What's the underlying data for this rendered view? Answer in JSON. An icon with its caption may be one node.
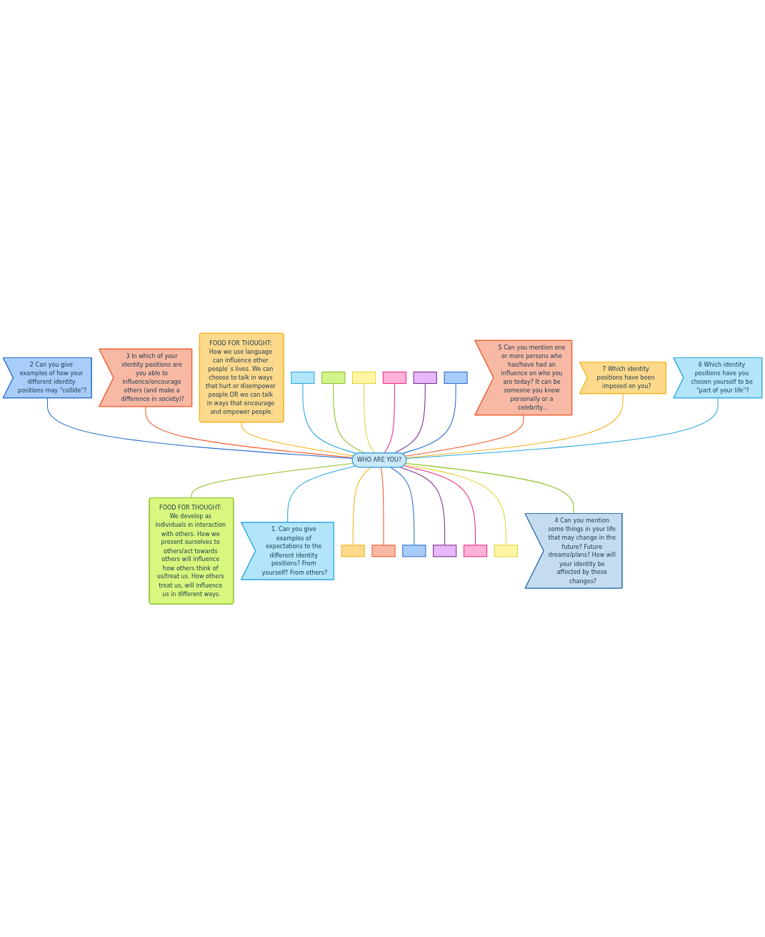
{
  "diagram": {
    "nodes": [
      {
        "text": [
          "WHO ARE YOU?"
        ]
      },
      {
        "text": [
          "2 Can you give examples of how your different identity positions may \"collide\"?"
        ]
      },
      {
        "text": [
          "3 In which of your identity positions are you able to influence/encourage others (and make a difference in society)?"
        ]
      },
      {
        "text": [
          "FOOD FOR THOUGHT: How we use language can influence other people`s lives. We can choose to talk in ways that hurt or disempower people OR we can talk in ways that encourage and empower people."
        ]
      },
      {
        "text": [],
        "shape": "box"
      },
      {
        "text": [],
        "shape": "box"
      },
      {
        "text": [],
        "shape": "box"
      },
      {
        "text": [],
        "shape": "box"
      },
      {
        "text": [],
        "shape": "box"
      },
      {
        "text": [],
        "shape": "box"
      },
      {
        "text": [
          "5 Can you mention one or more persons who has/have had an influence on who you are today? It can be someone you know personally or a celebrity..."
        ]
      },
      {
        "text": [
          "7 Which identity positions have been imposed on you?"
        ]
      },
      {
        "text": [
          "6 Which identity positions have you chosen yourself to be \"part of your life\"?"
        ]
      },
      {
        "text": [
          "FOOD FOR THOUGHT: We develop as individuals in interaction with others. How we present ourselves to others/act towards others will influence how others think of us/treat us. How others treat us, will influence us in different ways."
        ]
      },
      {
        "text": [
          "1. Can you give examples of expectations to the different identity positions? From yourself? From others?"
        ]
      },
      {
        "text": [],
        "shape": "box"
      },
      {
        "text": [],
        "shape": "box"
      },
      {
        "text": [],
        "shape": "box"
      },
      {
        "text": [],
        "shape": "box"
      },
      {
        "text": [],
        "shape": "box"
      },
      {
        "text": [],
        "shape": "box"
      },
      {
        "text": [
          "4 Can you mention some things in your life that may change in the future? Future dreams/plans? How will your identity be affected by these changes?"
        ]
      }
    ],
    "edges": [
      {
        "from": 0,
        "to": 1,
        "arrow": "none",
        "color": "#2a6fcf"
      },
      {
        "from": 0,
        "to": 2,
        "arrow": "none",
        "color": "#ef5a2a"
      },
      {
        "from": 0,
        "to": 3,
        "arrow": "none",
        "color": "#f5b31c"
      },
      {
        "from": 0,
        "to": 4,
        "arrow": "none",
        "color": "#29a7e1"
      },
      {
        "from": 0,
        "to": 5,
        "arrow": "none",
        "color": "#8cbf26"
      },
      {
        "from": 0,
        "to": 6,
        "arrow": "none",
        "color": "#e3d33a"
      },
      {
        "from": 0,
        "to": 7,
        "arrow": "none",
        "color": "#ee2c86"
      },
      {
        "from": 0,
        "to": 8,
        "arrow": "none",
        "color": "#7a2e8c"
      },
      {
        "from": 0,
        "to": 9,
        "arrow": "none",
        "color": "#2a6fcf"
      },
      {
        "from": 0,
        "to": 10,
        "arrow": "none",
        "color": "#ef5a2a"
      },
      {
        "from": 0,
        "to": 11,
        "arrow": "none",
        "color": "#f5b31c"
      },
      {
        "from": 0,
        "to": 12,
        "arrow": "none",
        "color": "#29a7e1"
      },
      {
        "from": 0,
        "to": 13,
        "arrow": "none",
        "color": "#8cbf26"
      },
      {
        "from": 0,
        "to": 14,
        "arrow": "none",
        "color": "#29a7e1"
      },
      {
        "from": 0,
        "to": 15,
        "arrow": "none",
        "color": "#f5b31c"
      },
      {
        "from": 0,
        "to": 16,
        "arrow": "none",
        "color": "#ef5a2a"
      },
      {
        "from": 0,
        "to": 17,
        "arrow": "none",
        "color": "#2a6fcf"
      },
      {
        "from": 0,
        "to": 18,
        "arrow": "none",
        "color": "#7a2e8c"
      },
      {
        "from": 0,
        "to": 19,
        "arrow": "none",
        "color": "#ee2c86"
      },
      {
        "from": 0,
        "to": 20,
        "arrow": "none",
        "color": "#e3d33a"
      },
      {
        "from": 0,
        "to": 21,
        "arrow": "none",
        "color": "#8cbf26"
      }
    ]
  }
}
